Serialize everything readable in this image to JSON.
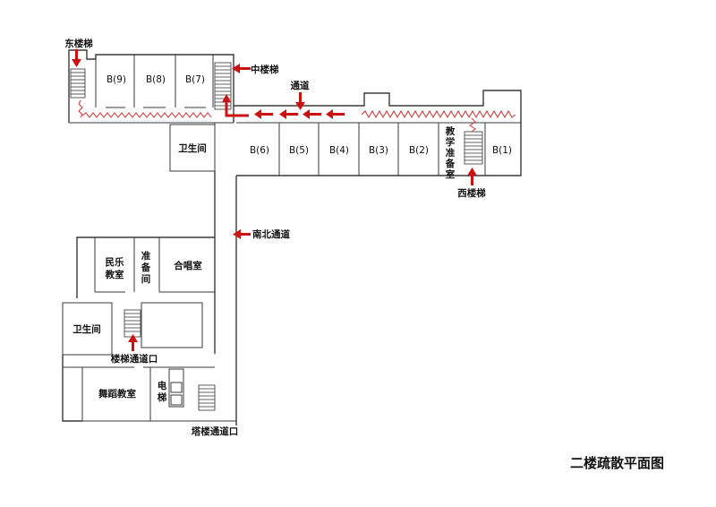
{
  "title": "二楼疏散平面图",
  "rooms": {
    "b9": "B(9)",
    "b8": "B(8)",
    "b7": "B(7)",
    "b6": "B(6)",
    "b5": "B(5)",
    "b4": "B(4)",
    "b3": "B(3)",
    "b2": "B(2)",
    "b1": "B(1)",
    "teach_prep": [
      "教",
      "学",
      "准",
      "备",
      "室"
    ],
    "restroom_top": "卫生间",
    "folk_music": [
      "民乐",
      "教室"
    ],
    "prep_room": [
      "准",
      "备",
      "间"
    ],
    "choir": "合唱室",
    "restroom_bottom": "卫生间",
    "dance": "舞蹈教室",
    "elevator": [
      "电",
      "梯"
    ]
  },
  "labels": {
    "east_stair": "东楼梯",
    "middle_stair": "中楼梯",
    "corridor": "通道",
    "west_stair": "西楼梯",
    "ns_corridor": "南北通道",
    "stair_exit": "楼梯通道口",
    "tower_exit": "塔楼通道口"
  },
  "colors": {
    "arrow": "#cc1111",
    "zigzag": "#d83030",
    "wall": "#3a3a3a"
  }
}
